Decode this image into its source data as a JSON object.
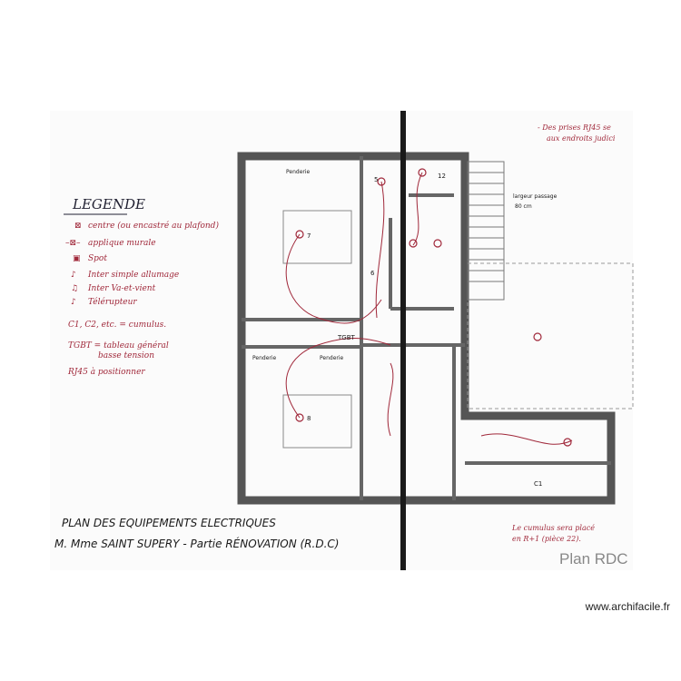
{
  "legend": {
    "title": "LEGENDE",
    "items": [
      {
        "icon": "ceiling-light-icon",
        "label": "centre (ou encastré au plafond)"
      },
      {
        "icon": "wall-light-icon",
        "label": "applique murale"
      },
      {
        "icon": "spot-icon",
        "label": "Spot"
      },
      {
        "icon": "single-switch-icon",
        "label": "Inter simple allumage"
      },
      {
        "icon": "two-way-switch-icon",
        "label": "Inter Va-et-vient"
      },
      {
        "icon": "remote-switch-icon",
        "label": "Télérupteur"
      }
    ],
    "notes": [
      "C1, C2, etc. = cumulus.",
      "TGBT = tableau général",
      "basse tension",
      "RJ45 à positionner"
    ]
  },
  "annotations": {
    "rj45_note_line1": "- Des prises RJ45 se",
    "rj45_note_line2": "aux endroits judici",
    "stair_note_line1": "largeur passage",
    "stair_note_line2": "80 cm",
    "cumulus_note_line1": "Le cumulus sera placé",
    "cumulus_note_line2": "en R+1 (pièce 22).",
    "tgbt": "TGBT",
    "c1": "C1",
    "room_numbers": [
      "7",
      "8",
      "6",
      "5",
      "12"
    ],
    "labels": [
      "Penderie",
      "Penderie",
      "Penderie"
    ]
  },
  "title": {
    "line1": "PLAN DES EQUIPEMENTS ELECTRIQUES",
    "line2": "M. Mme SAINT SUPERY - Partie RÉNOVATION (R.D.C)"
  },
  "plan_label": "Plan RDC",
  "watermark": "www.archifacile.fr",
  "colors": {
    "ink": "#a0283a",
    "wall": "#555555",
    "divider": "#1a1a1a"
  }
}
